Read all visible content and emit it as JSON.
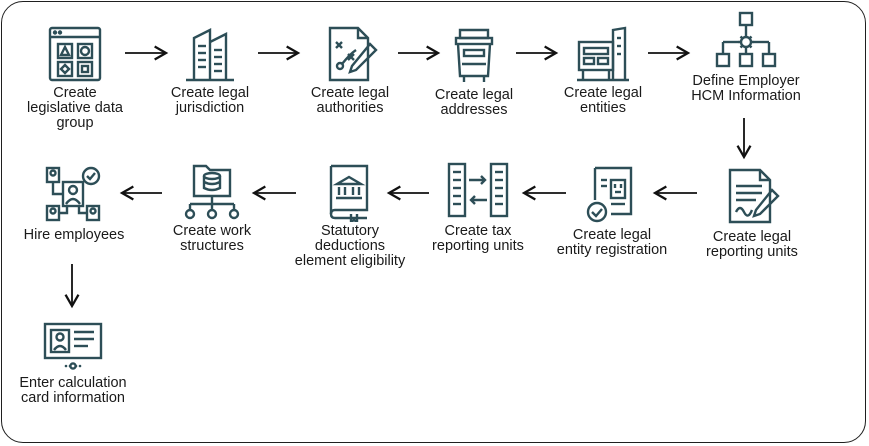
{
  "colors": {
    "icon": "#2d4e57",
    "text": "#1a1a1a",
    "border": "#1f1f1f",
    "arrow": "#111111"
  },
  "steps": [
    {
      "icon": "data-group-icon",
      "lines": [
        "Create",
        "legislative data",
        "group"
      ]
    },
    {
      "icon": "office-building-icon",
      "lines": [
        "Create legal",
        "jurisdiction"
      ]
    },
    {
      "icon": "strategy-document-icon",
      "lines": [
        "Create legal",
        "authorities"
      ]
    },
    {
      "icon": "mailbox-icon",
      "lines": [
        "Create legal",
        "addresses"
      ]
    },
    {
      "icon": "entity-building-icon",
      "lines": [
        "Create legal",
        "entities"
      ]
    },
    {
      "icon": "hierarchy-gear-icon",
      "lines": [
        "Define Employer",
        "HCM Information"
      ]
    },
    {
      "icon": "signed-document-icon",
      "lines": [
        "Create legal",
        "reporting units"
      ]
    },
    {
      "icon": "registration-check-icon",
      "lines": [
        "Create legal",
        "entity registration"
      ]
    },
    {
      "icon": "tax-buildings-icon",
      "lines": [
        "Create tax",
        "reporting units"
      ]
    },
    {
      "icon": "bank-book-icon",
      "lines": [
        "Statutory",
        "deductions",
        "element eligibility"
      ]
    },
    {
      "icon": "folder-database-icon",
      "lines": [
        "Create work",
        "structures"
      ]
    },
    {
      "icon": "employees-check-icon",
      "lines": [
        "Hire employees"
      ]
    },
    {
      "icon": "id-card-icon",
      "lines": [
        "Enter calculation",
        "card information"
      ]
    }
  ]
}
